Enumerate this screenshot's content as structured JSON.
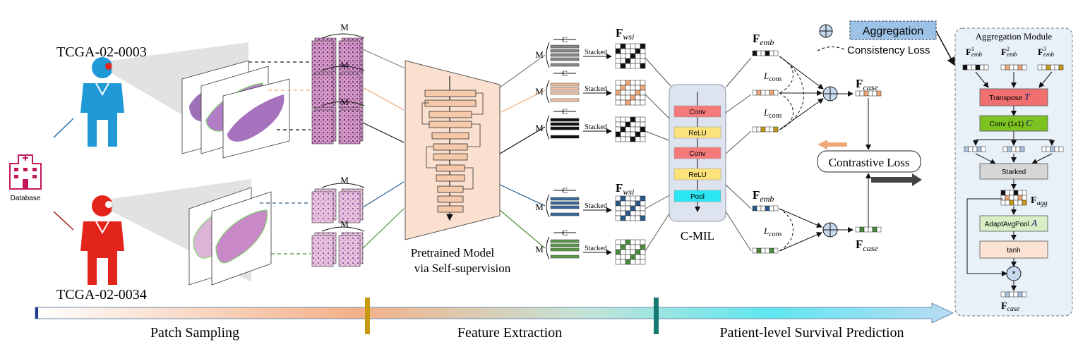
{
  "patients": {
    "top_id": "TCGA-02-0003",
    "bottom_id": "TCGA-02-0034"
  },
  "database": {
    "label": "Database"
  },
  "patches": {
    "m_label": "M"
  },
  "model": {
    "line1": "Pretrained Model",
    "line2": "via Self-supervision"
  },
  "features": {
    "c_label": "C",
    "m_label": "M",
    "stacked_label": "Stacked",
    "f_main": "F",
    "wsi_sub": "wsi",
    "emb_sub": "emb",
    "case_sub": "case",
    "agg_sub": "agg"
  },
  "cmil": {
    "layers": [
      "Conv",
      "ReLU",
      "Conv",
      "ReLU",
      "Pool"
    ],
    "label": "C-MIL"
  },
  "losses": {
    "lcons_main": "L",
    "lcons_sub": "cons",
    "contrastive": "Contrastive Loss"
  },
  "legend": {
    "aggregation": "Aggregation",
    "consistency": "Consistency Loss"
  },
  "aggregation_module": {
    "title": "Aggregation Module",
    "sup1": "1",
    "sup2": "2",
    "sup3": "3",
    "transpose": "Transpose",
    "transpose_sym": "T",
    "conv": "Conv (1x1)",
    "conv_sym": "C",
    "stacked": "Starked",
    "pool": "AdaptAvgPool",
    "pool_sym": "A",
    "tanh": "tanh",
    "mult": "*"
  },
  "timeline": {
    "stage1": "Patch Sampling",
    "stage2": "Feature Extraction",
    "stage3": "Patient-level Survival Prediction"
  },
  "colors": {
    "patient_top": "#1f9ad6",
    "patient_bottom": "#e3241b",
    "database": "#c2185b",
    "model_fill": "#fbe0cf",
    "gray_branch": "#7f7f7f",
    "orange_branch": "#f0a878",
    "black_branch": "#111111",
    "blue_branch": "#2a5a8a",
    "green_branch": "#4a8a3a",
    "cmil_bg": "#dde3ef",
    "conv": "#f47a7a",
    "relu": "#fbe27a",
    "pool": "#29e6f2",
    "aggregation_box": "#9cc3e6",
    "agg_module_bg": "#e8f0f8",
    "transpose": "#f07070",
    "conv1x1": "#7cc322",
    "stacked_gray": "#d6d6d6",
    "pool_green": "#d8efc6",
    "tanh_peach": "#fbe2d2",
    "tick_gold": "#c79a12",
    "tick_teal": "#177a72"
  }
}
